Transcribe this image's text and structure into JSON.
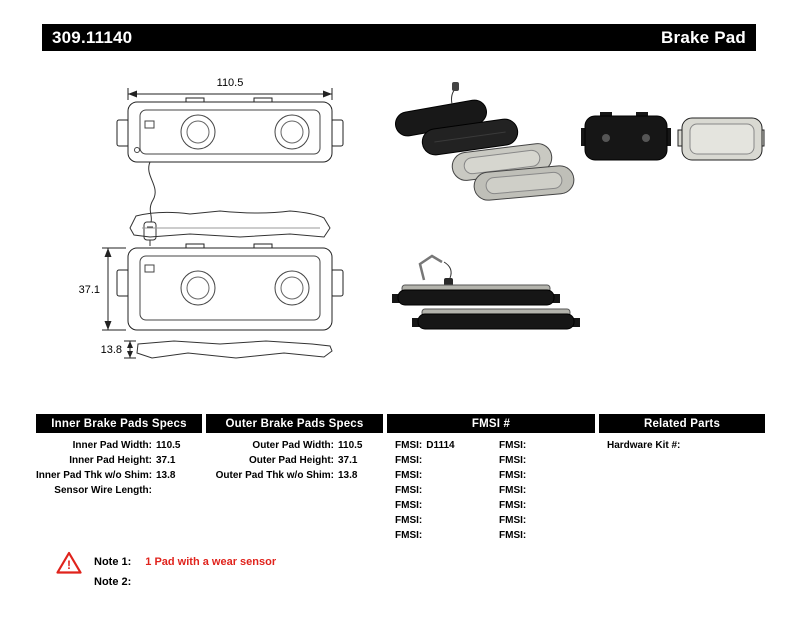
{
  "colors": {
    "bar_black": "#000000",
    "note_red": "#e0231c",
    "paper": "#ffffff"
  },
  "header": {
    "part_number": "309.11140",
    "product_type": "Brake Pad"
  },
  "diagram": {
    "width_dim": "110.5",
    "height_dim": "37.1",
    "thickness_dim": "13.8"
  },
  "specs": {
    "inner": {
      "title": "Inner Brake Pads Specs",
      "rows": [
        {
          "label": "Inner Pad Width:",
          "value": "110.5"
        },
        {
          "label": "Inner Pad Height:",
          "value": "37.1"
        },
        {
          "label": "Inner Pad Thk w/o Shim:",
          "value": "13.8"
        },
        {
          "label": "Sensor Wire Length:",
          "value": ""
        }
      ]
    },
    "outer": {
      "title": "Outer Brake Pads Specs",
      "rows": [
        {
          "label": "Outer Pad Width:",
          "value": "110.5"
        },
        {
          "label": "Outer Pad Height:",
          "value": "37.1"
        },
        {
          "label": "Outer Pad Thk w/o Shim:",
          "value": "13.8"
        }
      ]
    },
    "fmsi": {
      "title": "FMSI #",
      "left_rows": [
        {
          "label": "FMSI:",
          "value": "D1114"
        },
        {
          "label": "FMSI:",
          "value": ""
        },
        {
          "label": "FMSI:",
          "value": ""
        },
        {
          "label": "FMSI:",
          "value": ""
        },
        {
          "label": "FMSI:",
          "value": ""
        },
        {
          "label": "FMSI:",
          "value": ""
        },
        {
          "label": "FMSI:",
          "value": ""
        }
      ],
      "right_rows": [
        {
          "label": "FMSI:",
          "value": ""
        },
        {
          "label": "FMSI:",
          "value": ""
        },
        {
          "label": "FMSI:",
          "value": ""
        },
        {
          "label": "FMSI:",
          "value": ""
        },
        {
          "label": "FMSI:",
          "value": ""
        },
        {
          "label": "FMSI:",
          "value": ""
        },
        {
          "label": "FMSI:",
          "value": ""
        }
      ]
    },
    "related": {
      "title": "Related Parts",
      "rows": [
        {
          "label": "Hardware Kit #:",
          "value": ""
        }
      ]
    }
  },
  "notes": {
    "note1_label": "Note 1:",
    "note1_text": "1 Pad with a wear sensor",
    "note2_label": "Note 2:",
    "note2_text": ""
  }
}
